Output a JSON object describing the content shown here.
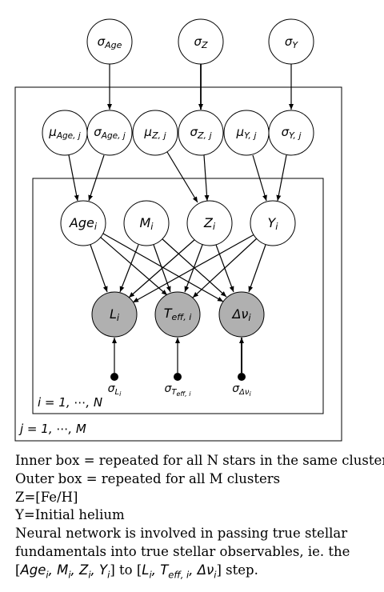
{
  "nodes": {
    "sigma_age": "σ_Age",
    "sigma_z": "σ_Z",
    "sigma_y": "σ_Y",
    "mu_age_j": "μ_Age,j",
    "sigma_age_j": "σ_Age,j",
    "mu_z_j": "μ_Z,j",
    "sigma_z_j": "σ_Z,j",
    "mu_y_j": "μ_Y,j",
    "sigma_y_j": "σ_Y,j",
    "age_i": "Age_i",
    "m_i": "M_i",
    "z_i": "Z_i",
    "y_i": "Y_i",
    "l_i": "L_i",
    "teff_i": "T_eff,i",
    "dnu_i": "Δν_i",
    "sigma_l_i": "σ_L_i",
    "sigma_teff_i": "σ_T_eff,i",
    "sigma_dnu_i": "σ_Δν_i"
  },
  "plates": {
    "inner_label": "i = 1, ⋯, N",
    "outer_label": "j = 1, ⋯, M"
  },
  "colors": {
    "observed_fill": "#b0b0b0",
    "latent_fill": "#ffffff",
    "stroke": "#000000"
  },
  "caption": {
    "line1": "Inner box = repeated for all N stars in the same cluster",
    "line2": "Outer box = repeated for all M clusters",
    "line3": "Z=[Fe/H]",
    "line4": "Y=Initial helium",
    "line5": "Neural network is involved in passing true stellar",
    "line6": "fundamentals into true stellar observables, ie. the",
    "line7_pre": "[",
    "line7_inputs": "Age_i, M_i, Z_i, Y_i",
    "line7_mid": "] to [",
    "line7_outputs": "L_i, T_eff,i, Δν_i",
    "line7_post": "] step."
  }
}
